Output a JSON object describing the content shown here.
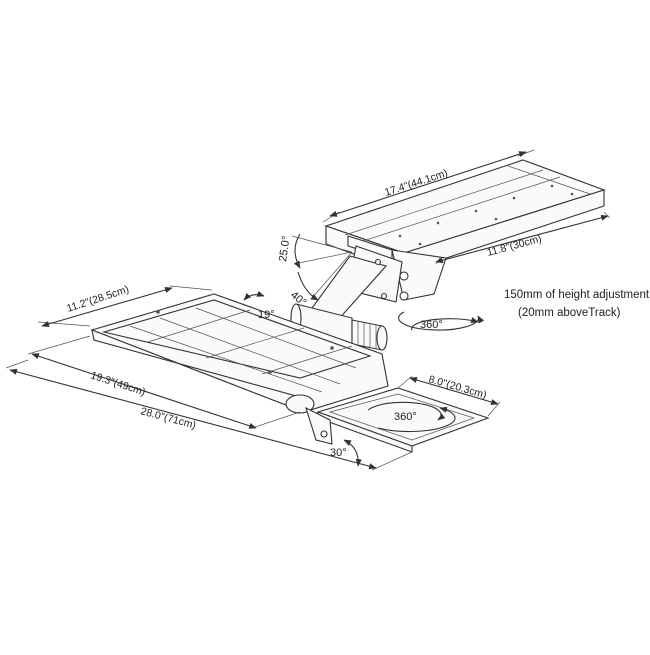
{
  "dimensions": {
    "track_length": "17.4\"(44.1cm)",
    "track_width": "11.8\"(30cm)",
    "keyboard_depth": "11.2\"(28.5cm)",
    "keyboard_width": "19.3\"(49cm)",
    "overall_width": "28.0\"(71cm)",
    "mouse_tray": "8.0\"(20.3cm)"
  },
  "angles": {
    "tilt_up": "25.0°",
    "tilt_down": "40°",
    "keyboard_tilt": "19°",
    "swivel": "360°",
    "mouse_swivel": "360°",
    "mouse_tilt": "30°"
  },
  "notes": {
    "height_line1": "150mm of  height adjustment",
    "height_line2": "(20mm aboveTrack)"
  }
}
